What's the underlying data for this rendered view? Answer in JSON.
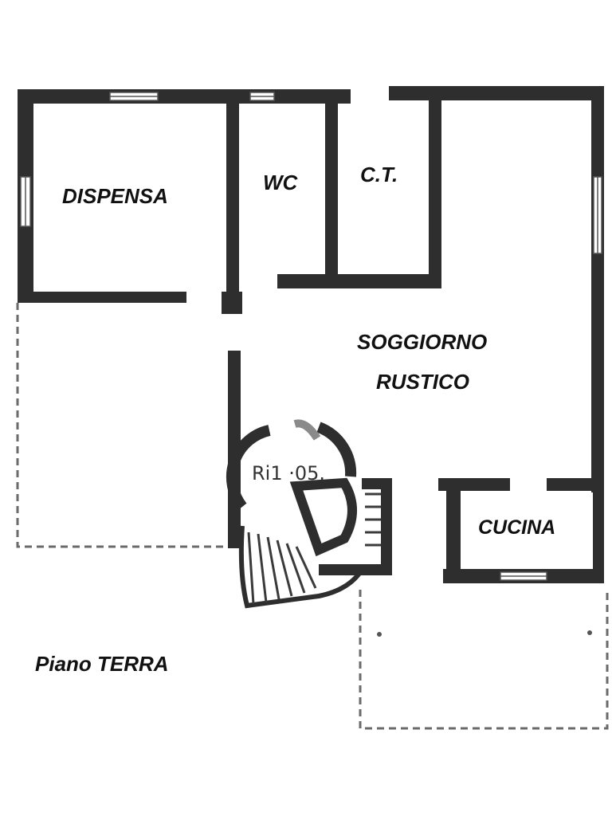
{
  "plan": {
    "rooms": {
      "dispensa": "DISPENSA",
      "wc": "WC",
      "ct": "C.T.",
      "soggiorno_line1": "SOGGIORNO",
      "soggiorno_line2": "RUSTICO",
      "cucina": "CUCINA"
    },
    "stair_note": "Ri1 ·05.",
    "floor_label": "Piano TERRA"
  },
  "colors": {
    "wall": "#2e2e2e",
    "background": "#ffffff",
    "dashed_outline": "#6a6a6a"
  }
}
